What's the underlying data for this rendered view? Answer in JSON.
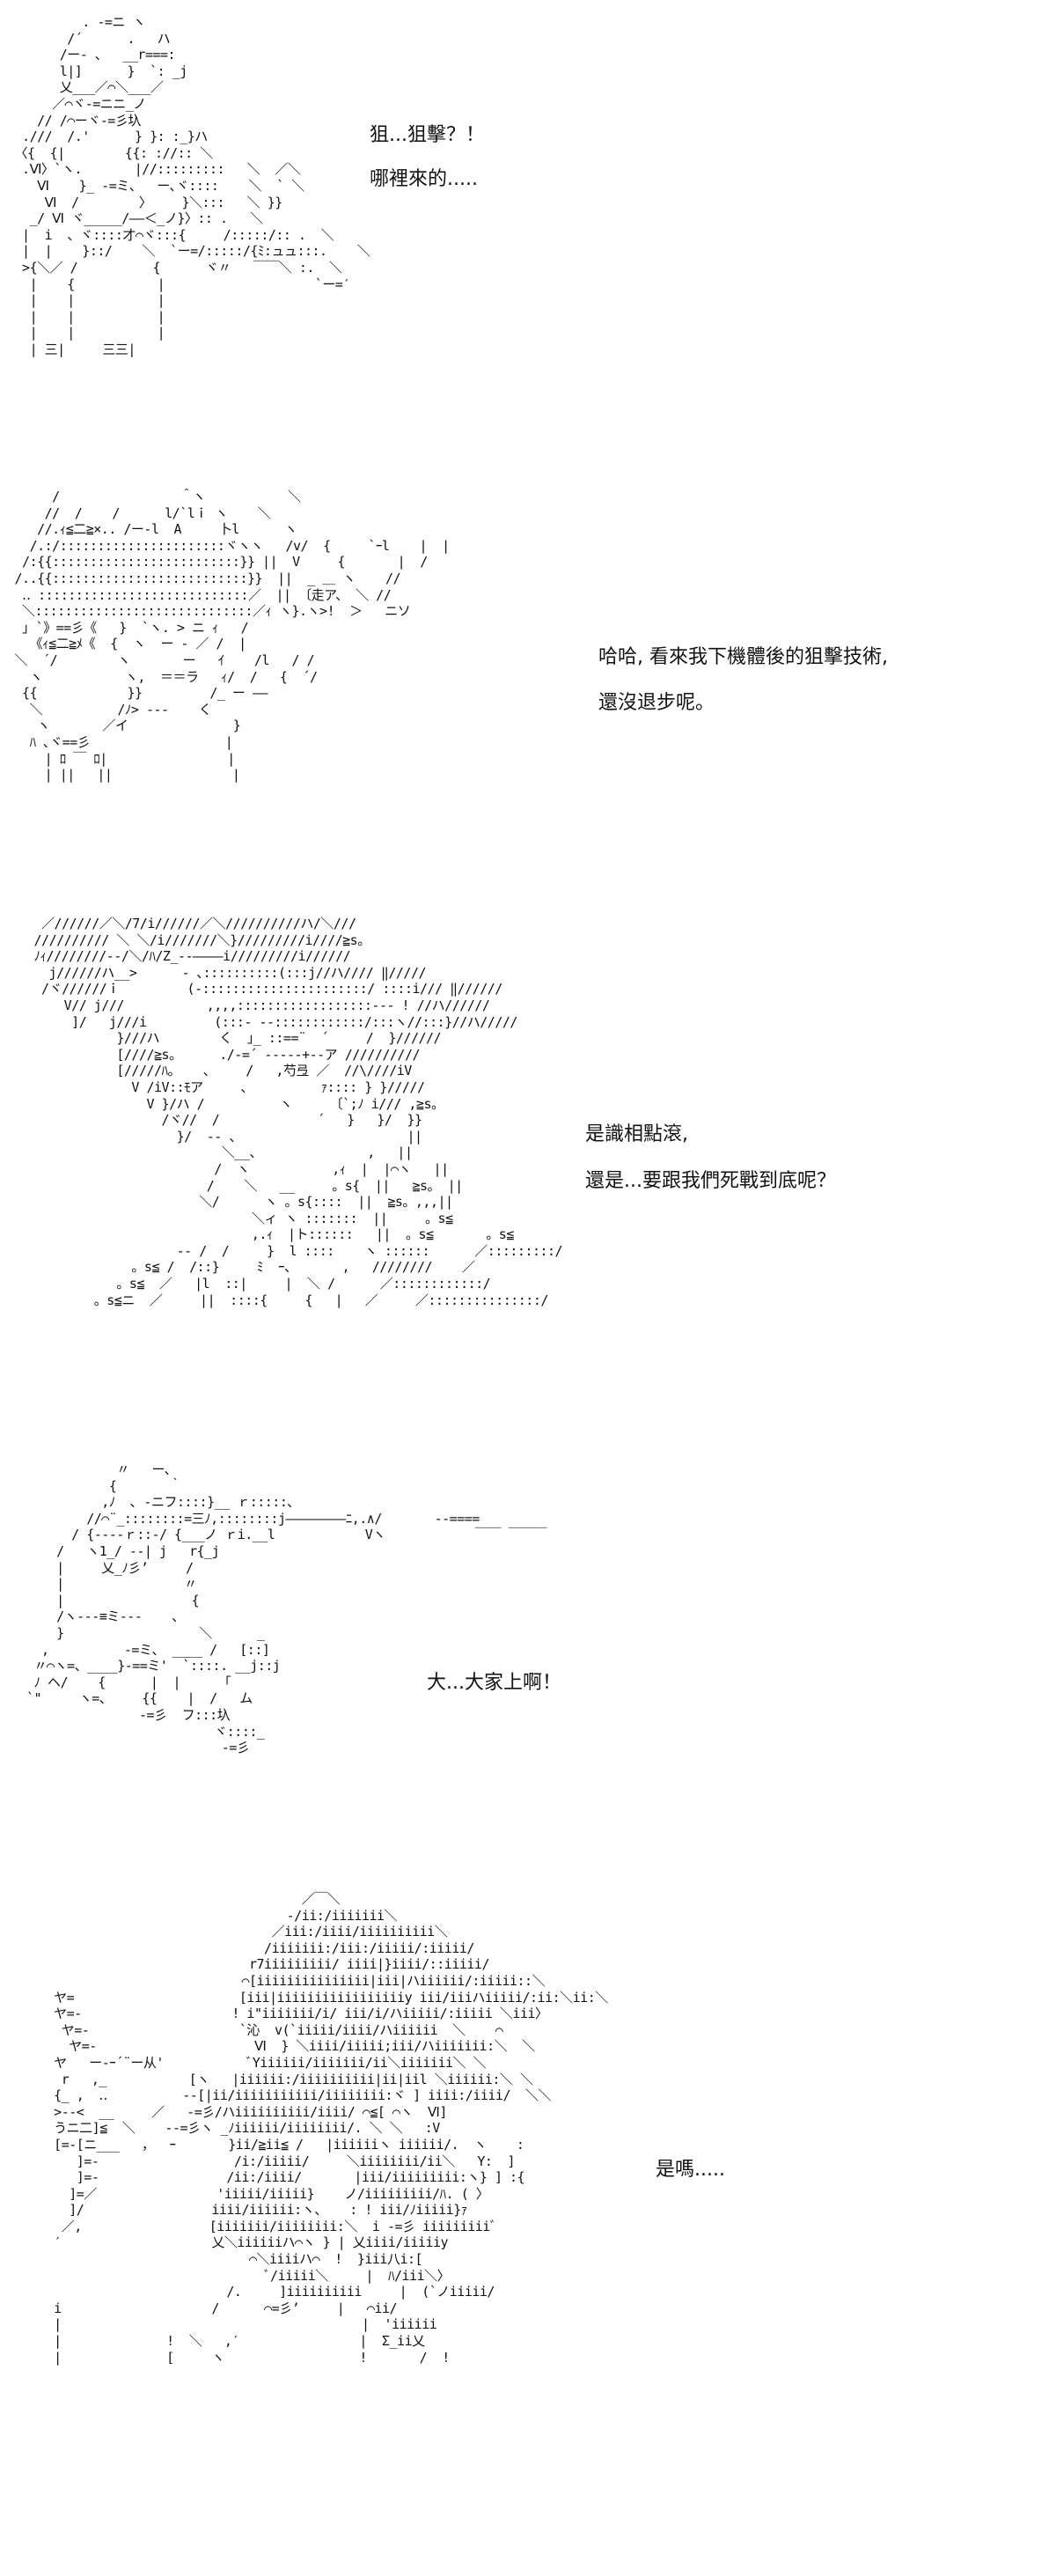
{
  "panels": [
    {
      "art": "          . -=ニ ヽ\n        /´      .   ハ\n       /ー‐ 、  __r===:\n       l|]      }  `: _j\n       乂___／⌒＼___／\n      ／⌒ヾ‐=ニニ_ノ\n    // /⌒ーヾ‐=彡圦\n  .///  /.'      } }: :_}ハ\n 〈{  {|        {{: ://:: ＼\n  .Ⅵ〉`ヽ.       |//:::::::::   ＼  ／＼\n    Ⅵ    }_ -=ミ、  ー､ヾ::::    ＼  ` ＼\n     Ⅵ  /        〉    }＼:::   ＼ }}\n   _/ Ⅵ ヾ_____/――＜_ノ}〉:: .   ＼\n  |  i  、ヾ::::才⌒ヾ:::{     /:::::/:: .  ＼\n  |  |    }::/    ＼  `ー=/:::::/{ﾐ:ュュ:::.    ＼\n  >{＼／ /          {      ヾ〃   ￣￣＼ :.  ＼\n   |    {           |                    `ー=′\n   |    |           |\n   |    |           |\n   |    |           |\n   | 三|     三三|",
      "dialogue": [
        "狙...狙擊？！",
        "哪裡來的....."
      ]
    },
    {
      "art": "      /                ＾ヽ           ＼\n     //  /    /      l/`lｉ ヽ    ＼\n    //.ｨ≦二≧×.. /ー‐l  A     卜l      ヽ\n   /.:/::::::::::::::::::::::ヾヽヽ   /v/  {     `ｰl    |  |\n  /:{{:::::::::::::::::::::::::}} ||  V     {       |  /\n /..{{::::::::::::::::::::::::::}}  ||  _ ＿ ヽ    //\n  ‥ ::::::::::::::::::::::::::::／  || 〔走ア、 ＼ //\n  ＼:::::::::::::::::::::::::::::／ｨ ヽ}.ヽ>!  ＞   ニソ\n  ｣ `》==彡《   }  `ヽ. > ニ ｨ   /\n   《ｨ≦二≧ﾒ《  {  ヽ  ー ‐ ／ /  |\n ＼  ´/        ヽ       ー   ｲ    /l   / /\n   ヽ           ヽ,  ＝＝ラ   ｨ/  /   {  ´/\n  {{            }}         /_ ー ――\n   ＼          /ﾉ> ‐‐‐    く\n    ヽ       ／イ              }\n   ﾊ ､ヾ==彡                  |\n     | ﾛ ￣ ﾛ|                |\n     | ||   ||                |",
      "dialogue": [
        "哈哈, 看來我下機體後的狙擊技術,",
        "還沒退步呢。"
      ]
    },
    {
      "art": "  ／//////／＼/7/i//////／＼//////////ハ/＼///\n ////////// ＼ ＼/i///////＼}/////////i////≧s。\n ﾉｨ////////‐‐/＼/ﾊ/Z_‐‐――――i/////////i//////\n   j//////ハ__>      ‐ ､::::::::::(:::j//ハ//// ‖/////\n  /ヾ//////ｉ         (‐::::::::::::::::::::::/ ::::i/// ‖//////\n     V// j///           ,,,,::::::::::::::::::‐‐- ! //ハ//////\n      ]/   j///i         (:::‐ ‐‐::::::::::::/:::ヽ//:::}//ハ/////\n            }///ハ        く  ｣_ ::==¨  ´     /  }//////\n            [////≧s。     ./‐=´ ‐‐-‐‐+‐‐ア //////////\n            [/////ﾊ。   、    /   ,芍弖 ／  //\\////iV\n              V /iV::ﾓア     、         ｧ:::: } }/////\n                V }/ハ /          ヽ     〔`;ﾉ i/// ,≧s。\n                  /ヾ//  /             ´   }   }/  }}\n                    }/  ‐‐ 、                      ||\n                          ＼__、              ,   ||\n                         /  ヽ           ,ｨ  |  |⌒ヽ   ||\n                        /    ＼   __     。s{  ||   ≧s。 ||\n                       ＼/      ヽ 。s{::::  ||  ≧s。,,,||\n                              ＼ィ ヽ :::::::  ||     。s≦\n                              ,.ｨ  |ト::::::   ||  。s≦       。s≦\n                    ‐‐ /  /     }  l ::::    ヽ ::::::      ／:::::::::/\n              。s≦ /  /::}     ﾐ  ｰ、      ,   ////////    ／\n            。s≦  ／   |l  ::|     |  ＼ /      ／::::::::::::/\n         。s≦ニ  ／     ||  ::::{     {   |   ／     ／:::::::::::::::/",
      "dialogue": [
        "是識相點滾,",
        "還是...要跟我們死戰到底呢？"
      ]
    },
    {
      "art": "            〃   ー､\n           {       ｀\n          ,ﾉ  ､ ‐ニフ::::}__ ｒ:::::､\n        //⌒¨_::::::::=三ﾉ,::::::::j――――――――ﾆ,.∧/       ‐‐====\n      / {‐‐--ｒ::‐/ {___ノ ｒi.__l            Vヽ            ￣￣ ￣￣￣\n    /   ヽ1_/ ‐‐| j   r{_j\n    |     乂_ﾉ彡’     /\n    |                〃\n    |                 {\n    /ヽ‐‐‐≡ミ‐‐‐    ､\n    }                  ＼      _\n  ,          ‐=ミ、 ____ /   [::]\n 〃⌒ヽ=、____}-==ミ'  `::::. __j::j\n ﾉ ヘ/    {      |  |     「\n`\"     ヽ=、    {{    |  /   ム\n               ‐=彡  フ:::圦\n                         ヾ::::_\n                          ‐=彡",
      "dialogue": [
        "大...大家上啊！"
      ]
    },
    {
      "art": "                                       ／￣＼\n                                     ‐/ii:/iiiiiii＼\n                                   ／iii:/iiii/iiiiiiiiii＼\n                                  /iiiiiii:/iii:/iiiii/:iiiii/\n                                r7iiiiiiiii/ iiii|}iiii/::iiiii/\n                               ⌒[iiiiiiiiiiiiiii|iii|ハiiiiii/:iiiii::＼\n      ヤ=                      [iii|iiiiiiiiiiiiiiiiiy iii/iiiハiiiii/:ii:＼ii:＼\n      ヤ=-                    ! i\"iiiiiii/i/ iii/i/ハiiiii/:iiiii ＼iii〉\n       ヤ=-                    `沁  v(`iiiii/iiii/ハiiiiii  ＼    ⌒\n        ヤ=-                     Ⅵ  } ＼iiii/iiiii;iii/ハiiiiiii:＼  ＼\n      ヤ   ー‐ｰ´¨ー从'           ﾞYiiiiii/iiiiiii/ii＼iiiiiii＼ ＼\n       r   ,_           [ヽ   |iiiiii:/iiiiiiiiii|ii|iil ＼iiiiii:＼ ＼\n      {_ ,  ‥          ‐‐[|ii/iiiiiiiiiii/iiiiiiii:ヾ ] iiii:/iiii/  ＼＼\n      >‐‐<  __     ／   -=彡/ハiiiiiiiiii/iiii/ ⌒≦[ ⌒ヽ  Ⅵ]\n      うニ二]≦  ＼    ‐‐=彡ヽ _ﾉiiiiii/iiiiiiii/. ＼ ＼   :V\n      [=-[ニ___   ，  ｰ       }ii/≧ii≦ /   |iiiiiiヽ iiiiii/.  ヽ    :\n         ]=-                  /i:/iiiii/     ＼iiiiiiii/ii＼   Y:  ]\n         ]=-                 /ii:/iiii/       |iii/iiiiiiiii:ヽ} ] :{\n        ]=／                'iiiii/iiiii}    ノ/iiiiiiiii/ﾊ. ( 〉\n        ]/                 iiii/iiiiii:ヽ、   : ! iii/ﾉiiiii}ｧ\n       ／,                 [iiiiiii/iiiiiiii:＼  i ‐=彡 iiiiiiiiiﾞ\n      ′                    乂＼iiiiiiハ⌒ヽ } | 乂iiii/iiiiiy\n                                ⌒＼iiiiハ⌒  !  }iii八i:[\n                                  ﾞ/iiiii＼     |  ﾊ/iii＼〉\n                             /.     ]iiiiiiiiii     |  (`ノiiiii/\n      i                    /      ⌒=彡’     |   ⌒ii/\n      |                                        |  'iiiiii\n      |              !  ＼   ,′                |  Σ_ii乂\n      |              [     ヽ                  !       /  !",
      "dialogue": [
        "是嗎....."
      ]
    }
  ]
}
